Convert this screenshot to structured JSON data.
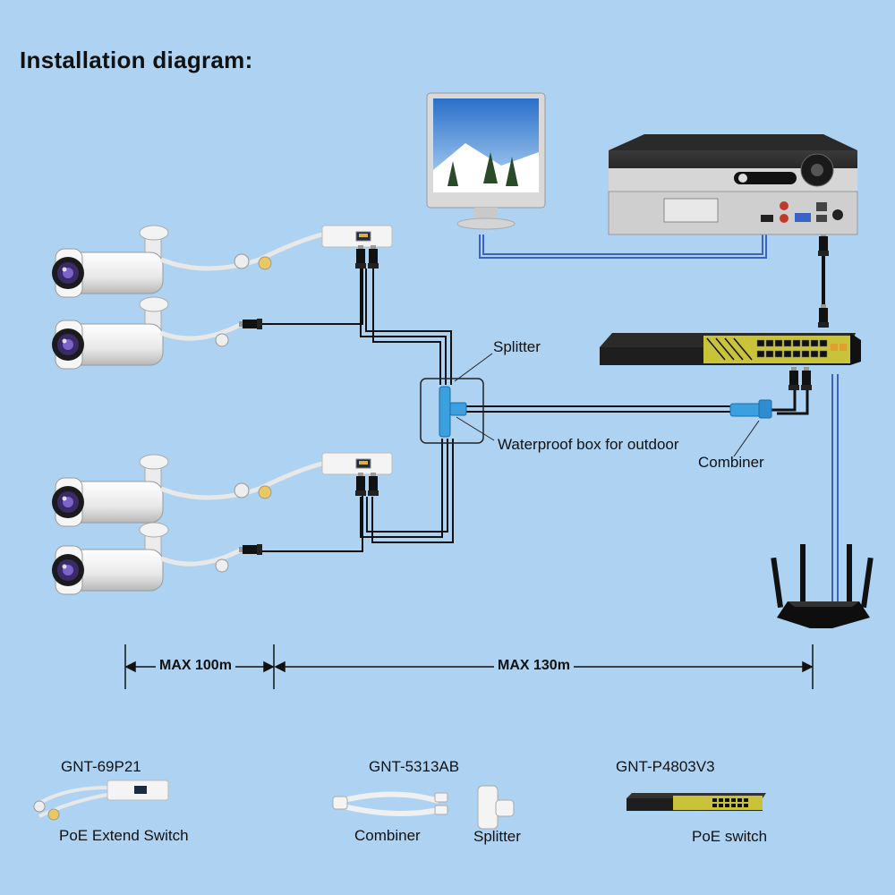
{
  "title": "Installation diagram:",
  "labels": {
    "splitter": "Splitter",
    "waterproof_box": "Waterproof box for outdoor",
    "combiner": "Combiner"
  },
  "dimensions": {
    "max_100": "MAX 100m",
    "max_130": "MAX  130m"
  },
  "products": [
    {
      "model": "GNT-69P21",
      "name": "PoE Extend Switch"
    },
    {
      "model": "GNT-5313AB",
      "name": "Combiner"
    },
    {
      "model": "",
      "name": "Splitter"
    },
    {
      "model": "GNT-P4803V3",
      "name": "PoE switch"
    }
  ],
  "colors": {
    "background": "#aed3f2",
    "cable_black": "#111111",
    "cable_blue": "#3a62c9",
    "connector_blue": "#3aa0e0",
    "switch_yellow": "#c9c33a"
  },
  "icons": [
    "bullet-camera-icon",
    "poe-extender-icon",
    "monitor-icon",
    "nvr-icon",
    "poe-switch-icon",
    "splitter-icon",
    "combiner-icon",
    "router-icon"
  ]
}
